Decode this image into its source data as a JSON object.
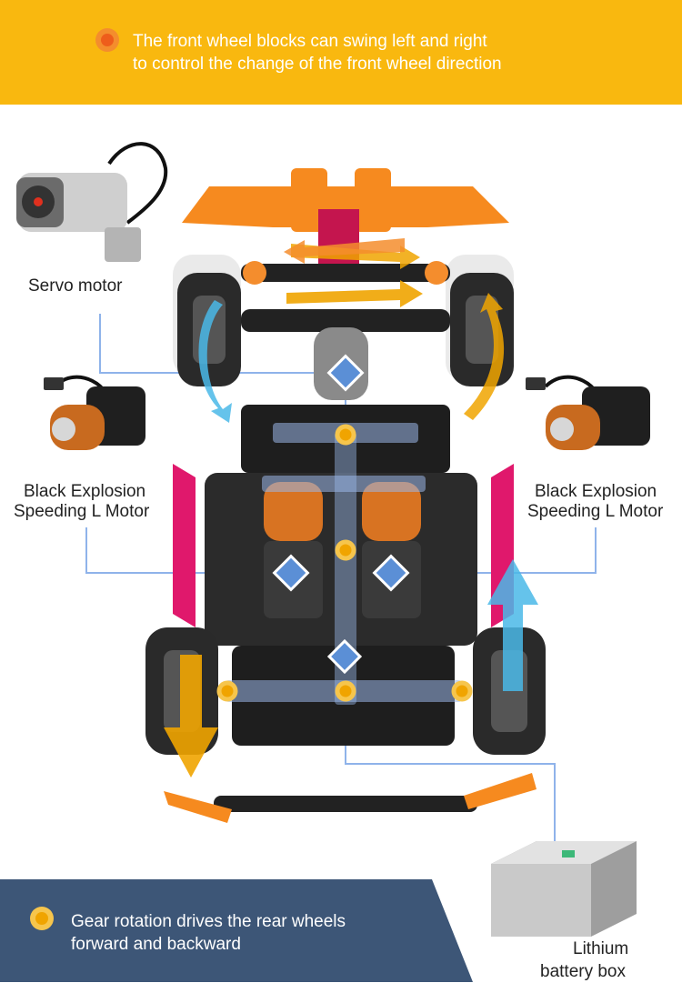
{
  "top_banner": {
    "text_line1": "The front wheel blocks can swing left and right",
    "text_line2": "to control the change of the front wheel direction"
  },
  "labels": {
    "servo": "Servo motor",
    "left_motor_line1": "Black Explosion",
    "left_motor_line2": "Speeding L Motor",
    "right_motor_line1": "Black Explosion",
    "right_motor_line2": "Speeding L Motor",
    "battery_line1": "Lithium",
    "battery_line2": "battery box"
  },
  "bottom_banner": {
    "text_line1": "Gear rotation drives the rear wheels",
    "text_line2": "forward and backward"
  },
  "colors": {
    "banner_yellow": "#f9b80f",
    "banner_navy": "#3d5677",
    "accent_orange": "#f48d2d",
    "accent_blue": "#4aa3e6",
    "connector_blue": "#5b8fd6",
    "gear_yellow": "#f0a400"
  }
}
